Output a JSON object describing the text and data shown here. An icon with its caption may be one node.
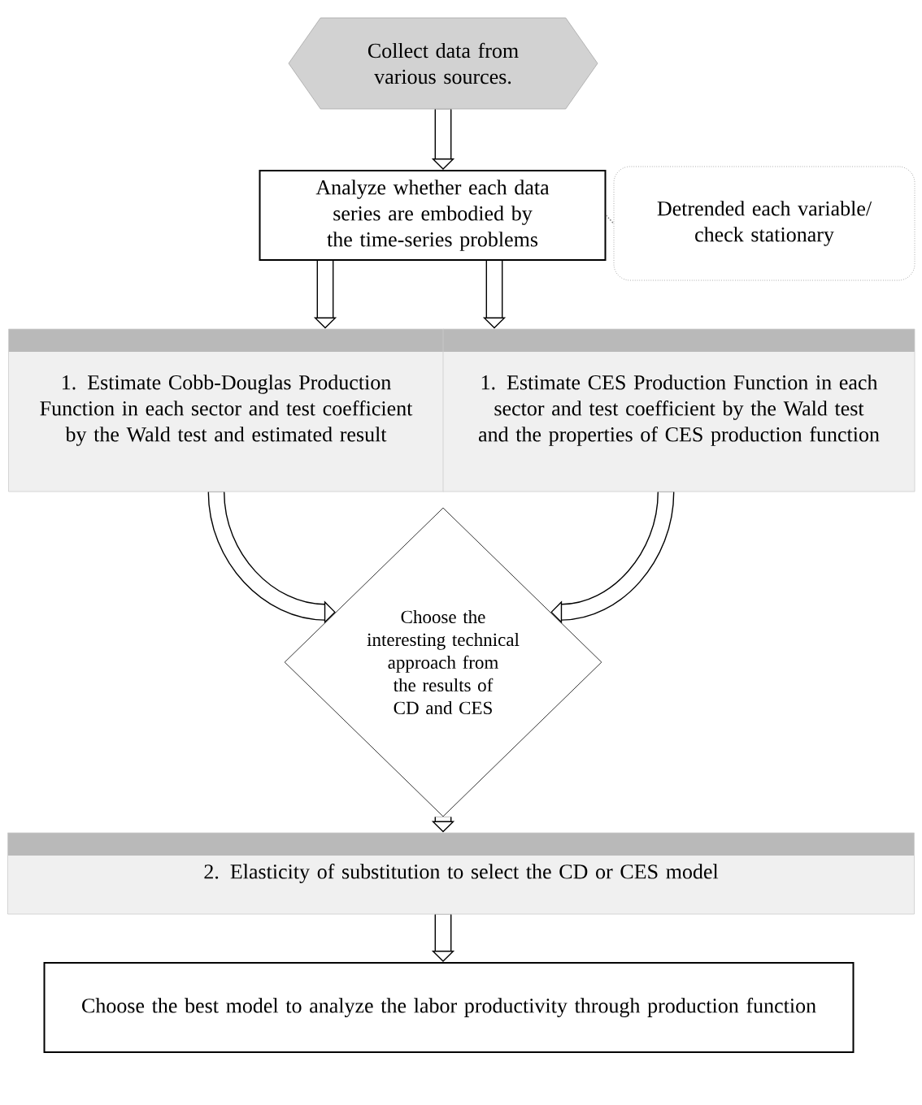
{
  "diagram": {
    "nodes": [
      {
        "text": [
          "Collect data from various sources."
        ]
      },
      {
        "text": [
          "Analyze whether each data series are embodied by the time-series problems"
        ]
      },
      {
        "text": [
          "Detrended each variable/ check stationary"
        ]
      },
      {
        "text": [
          "1. Estimate Cobb-Douglas Production Function in each sector and test coefficient by the Wald test and estimated result"
        ]
      },
      {
        "text": [
          "1. Estimate CES Production Function in each sector and test coefficient by the Wald test and the properties of CES production function"
        ]
      },
      {
        "text": [
          "Choose the interesting technical approach from the results of CD and CES"
        ]
      },
      {
        "text": [
          "2. Elasticity of substitution to select the CD or CES model"
        ]
      },
      {
        "text": [
          "Choose the best model to analyze the labor productivity through production function"
        ]
      }
    ],
    "edges": [
      {
        "from": 0,
        "to": 1,
        "arrow": "to"
      },
      {
        "from": 1,
        "to": 2,
        "arrow": "none",
        "style": "dashed",
        "color": "#808080"
      },
      {
        "from": 1,
        "to": 3,
        "arrow": "to"
      },
      {
        "from": 1,
        "to": 4,
        "arrow": "to"
      },
      {
        "from": 3,
        "to": 5,
        "arrow": "to"
      },
      {
        "from": 4,
        "to": 5,
        "arrow": "to"
      },
      {
        "from": 5,
        "to": 6,
        "arrow": "to"
      },
      {
        "from": 6,
        "to": 7,
        "arrow": "to"
      }
    ]
  }
}
